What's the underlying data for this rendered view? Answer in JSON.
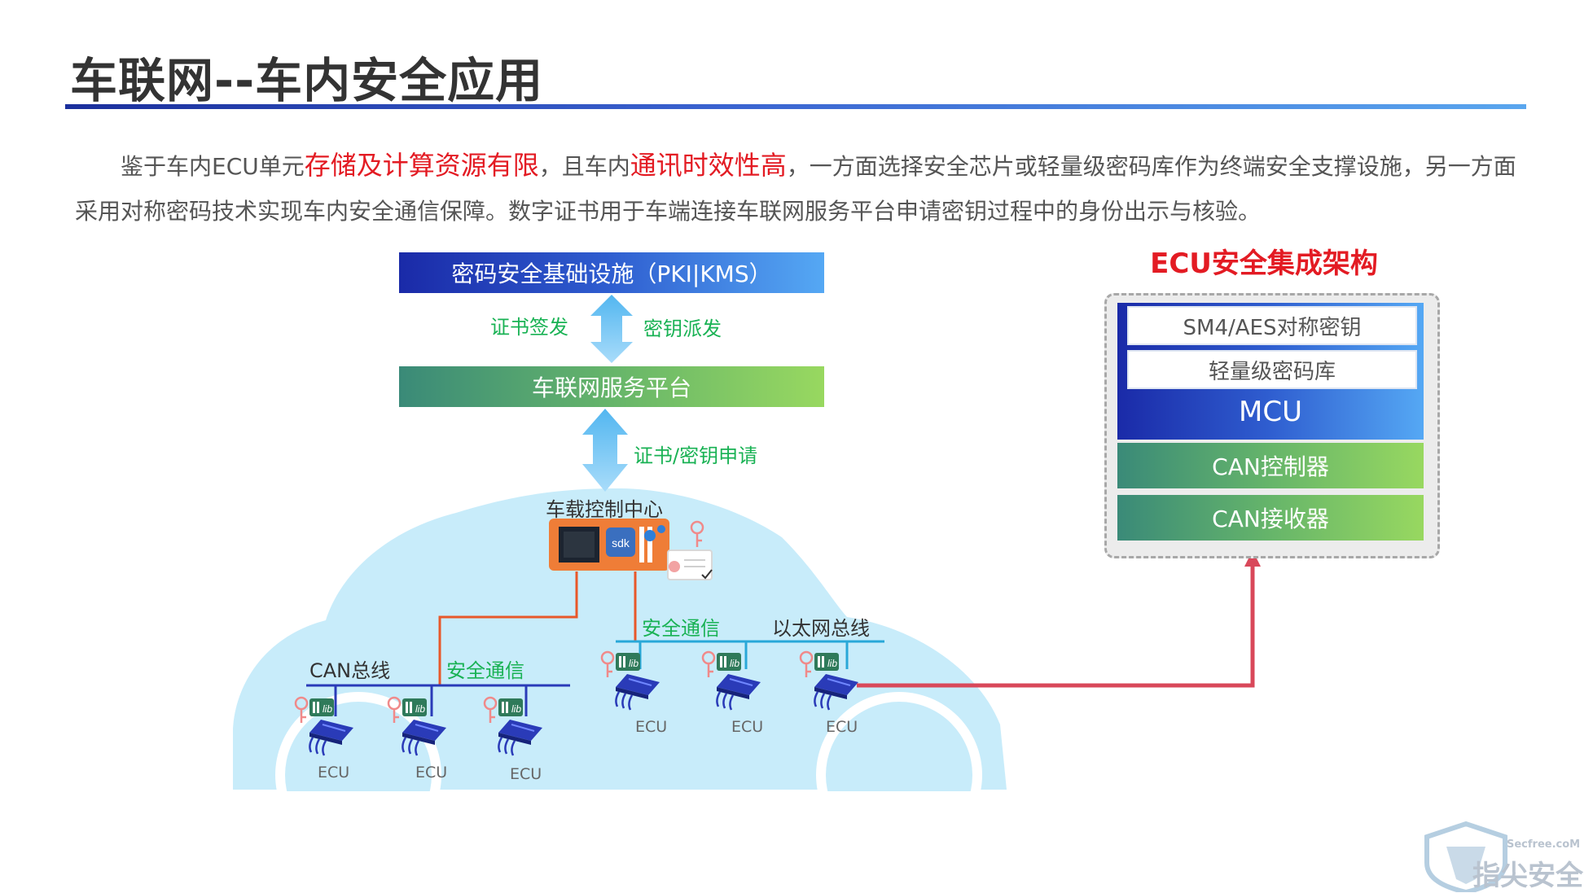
{
  "title": "车联网--车内安全应用",
  "intro": {
    "p1": "鉴于车内ECU单元",
    "hl1": "存储及计算资源有限",
    "p2": "，且车内",
    "hl2": "通讯时效性高",
    "p3": "，一方面选择安全芯片或轻量级密码库作为终端安全支撑设施，另一方面采用对称密码技术实现车内安全通信保障。数字证书用于车端连接车联网服务平台申请密钥过程中的身份出示与核验。"
  },
  "diagram": {
    "pki_box": "密码安全基础设施（PKI|KMS）",
    "cert_issue": "证书签发",
    "key_dist": "密钥派发",
    "platform_box": "车联网服务平台",
    "cert_key_request": "证书/密钥申请",
    "vehicle_center": "车载控制中心",
    "sdk_label": "sdk",
    "can_bus": "CAN总线",
    "secure_comm_left": "安全通信",
    "secure_comm_right": "安全通信",
    "ethernet_bus": "以太网总线",
    "ecu_labels": [
      "ECU",
      "ECU",
      "ECU",
      "ECU",
      "ECU",
      "ECU"
    ],
    "lib_badge": "lib"
  },
  "ecu_arch": {
    "title": "ECU安全集成架构",
    "sym_key": "SM4/AES对称密钥",
    "crypto_lib": "轻量级密码库",
    "mcu": "MCU",
    "can_controller": "CAN控制器",
    "can_receiver": "CAN接收器"
  },
  "watermark": {
    "site": "Secfree.coM",
    "brand": "指尖安全"
  },
  "colors": {
    "title_rule_start": "#1b2f9c",
    "title_rule_end": "#5aa6ee",
    "highlight_red": "#e31b23",
    "label_green": "#19b254",
    "car_body": "#c8ecfa",
    "bus_orange": "#e8582a",
    "bus_blue": "#29a8d8",
    "link_red": "#d9485a",
    "chip_blue": "#2a3bb8"
  }
}
